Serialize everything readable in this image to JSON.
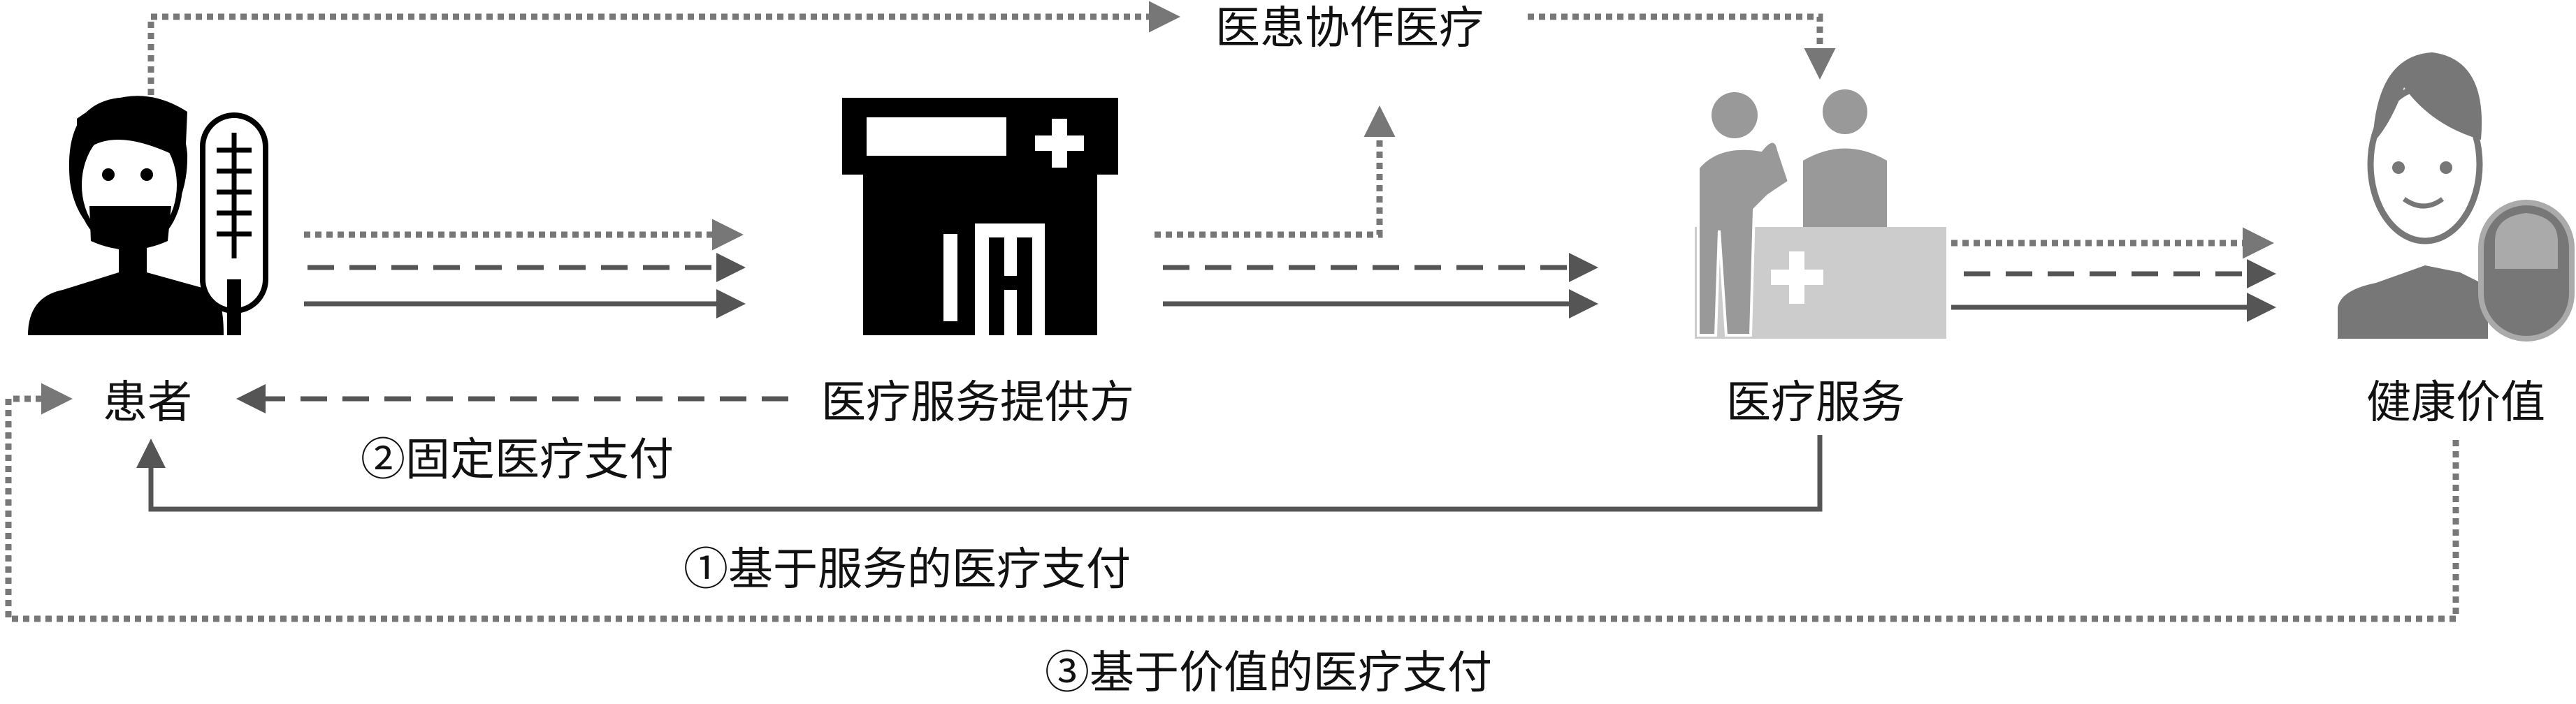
{
  "nodes": {
    "patient": "患者",
    "provider": "医疗服务提供方",
    "service": "医疗服务",
    "value": "健康价值"
  },
  "top_label": "医患协作医疗",
  "payments": {
    "fixed": "②固定医疗支付",
    "service_based": "①基于服务的医疗支付",
    "value_based": "③基于价值的医疗支付"
  },
  "colors": {
    "dotted": "#777777",
    "dashed": "#555555",
    "solid": "#555555",
    "icon_dark": "#000000",
    "icon_gray": "#8a8a8a"
  }
}
